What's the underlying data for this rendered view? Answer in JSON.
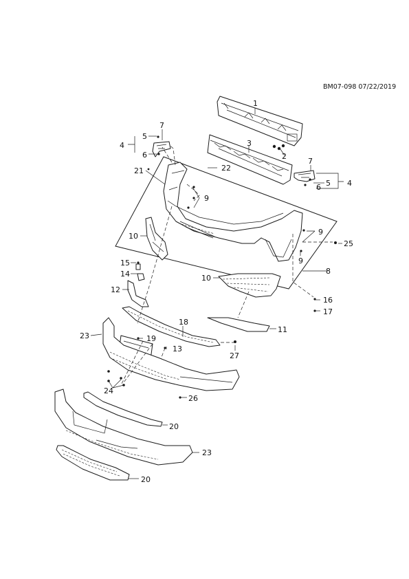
{
  "reference": "BM07-098 07/22/2019",
  "callouts": {
    "c1": "1",
    "c2": "2",
    "c3": "3",
    "c4a": "4",
    "c4b": "4",
    "c5a": "5",
    "c5b": "5",
    "c6a": "6",
    "c6b": "6",
    "c7a": "7",
    "c7b": "7",
    "c8": "8",
    "c9a": "9",
    "c9b": "9",
    "c9c": "9",
    "c10a": "10",
    "c10b": "10",
    "c11": "11",
    "c12": "12",
    "c13": "13",
    "c14": "14",
    "c15": "15",
    "c16": "16",
    "c17": "17",
    "c18": "18",
    "c19": "19",
    "c20a": "20",
    "c20b": "20",
    "c21": "21",
    "c22": "22",
    "c23a": "23",
    "c23b": "23",
    "c24": "24",
    "c25": "25",
    "c26": "26",
    "c27": "27"
  }
}
